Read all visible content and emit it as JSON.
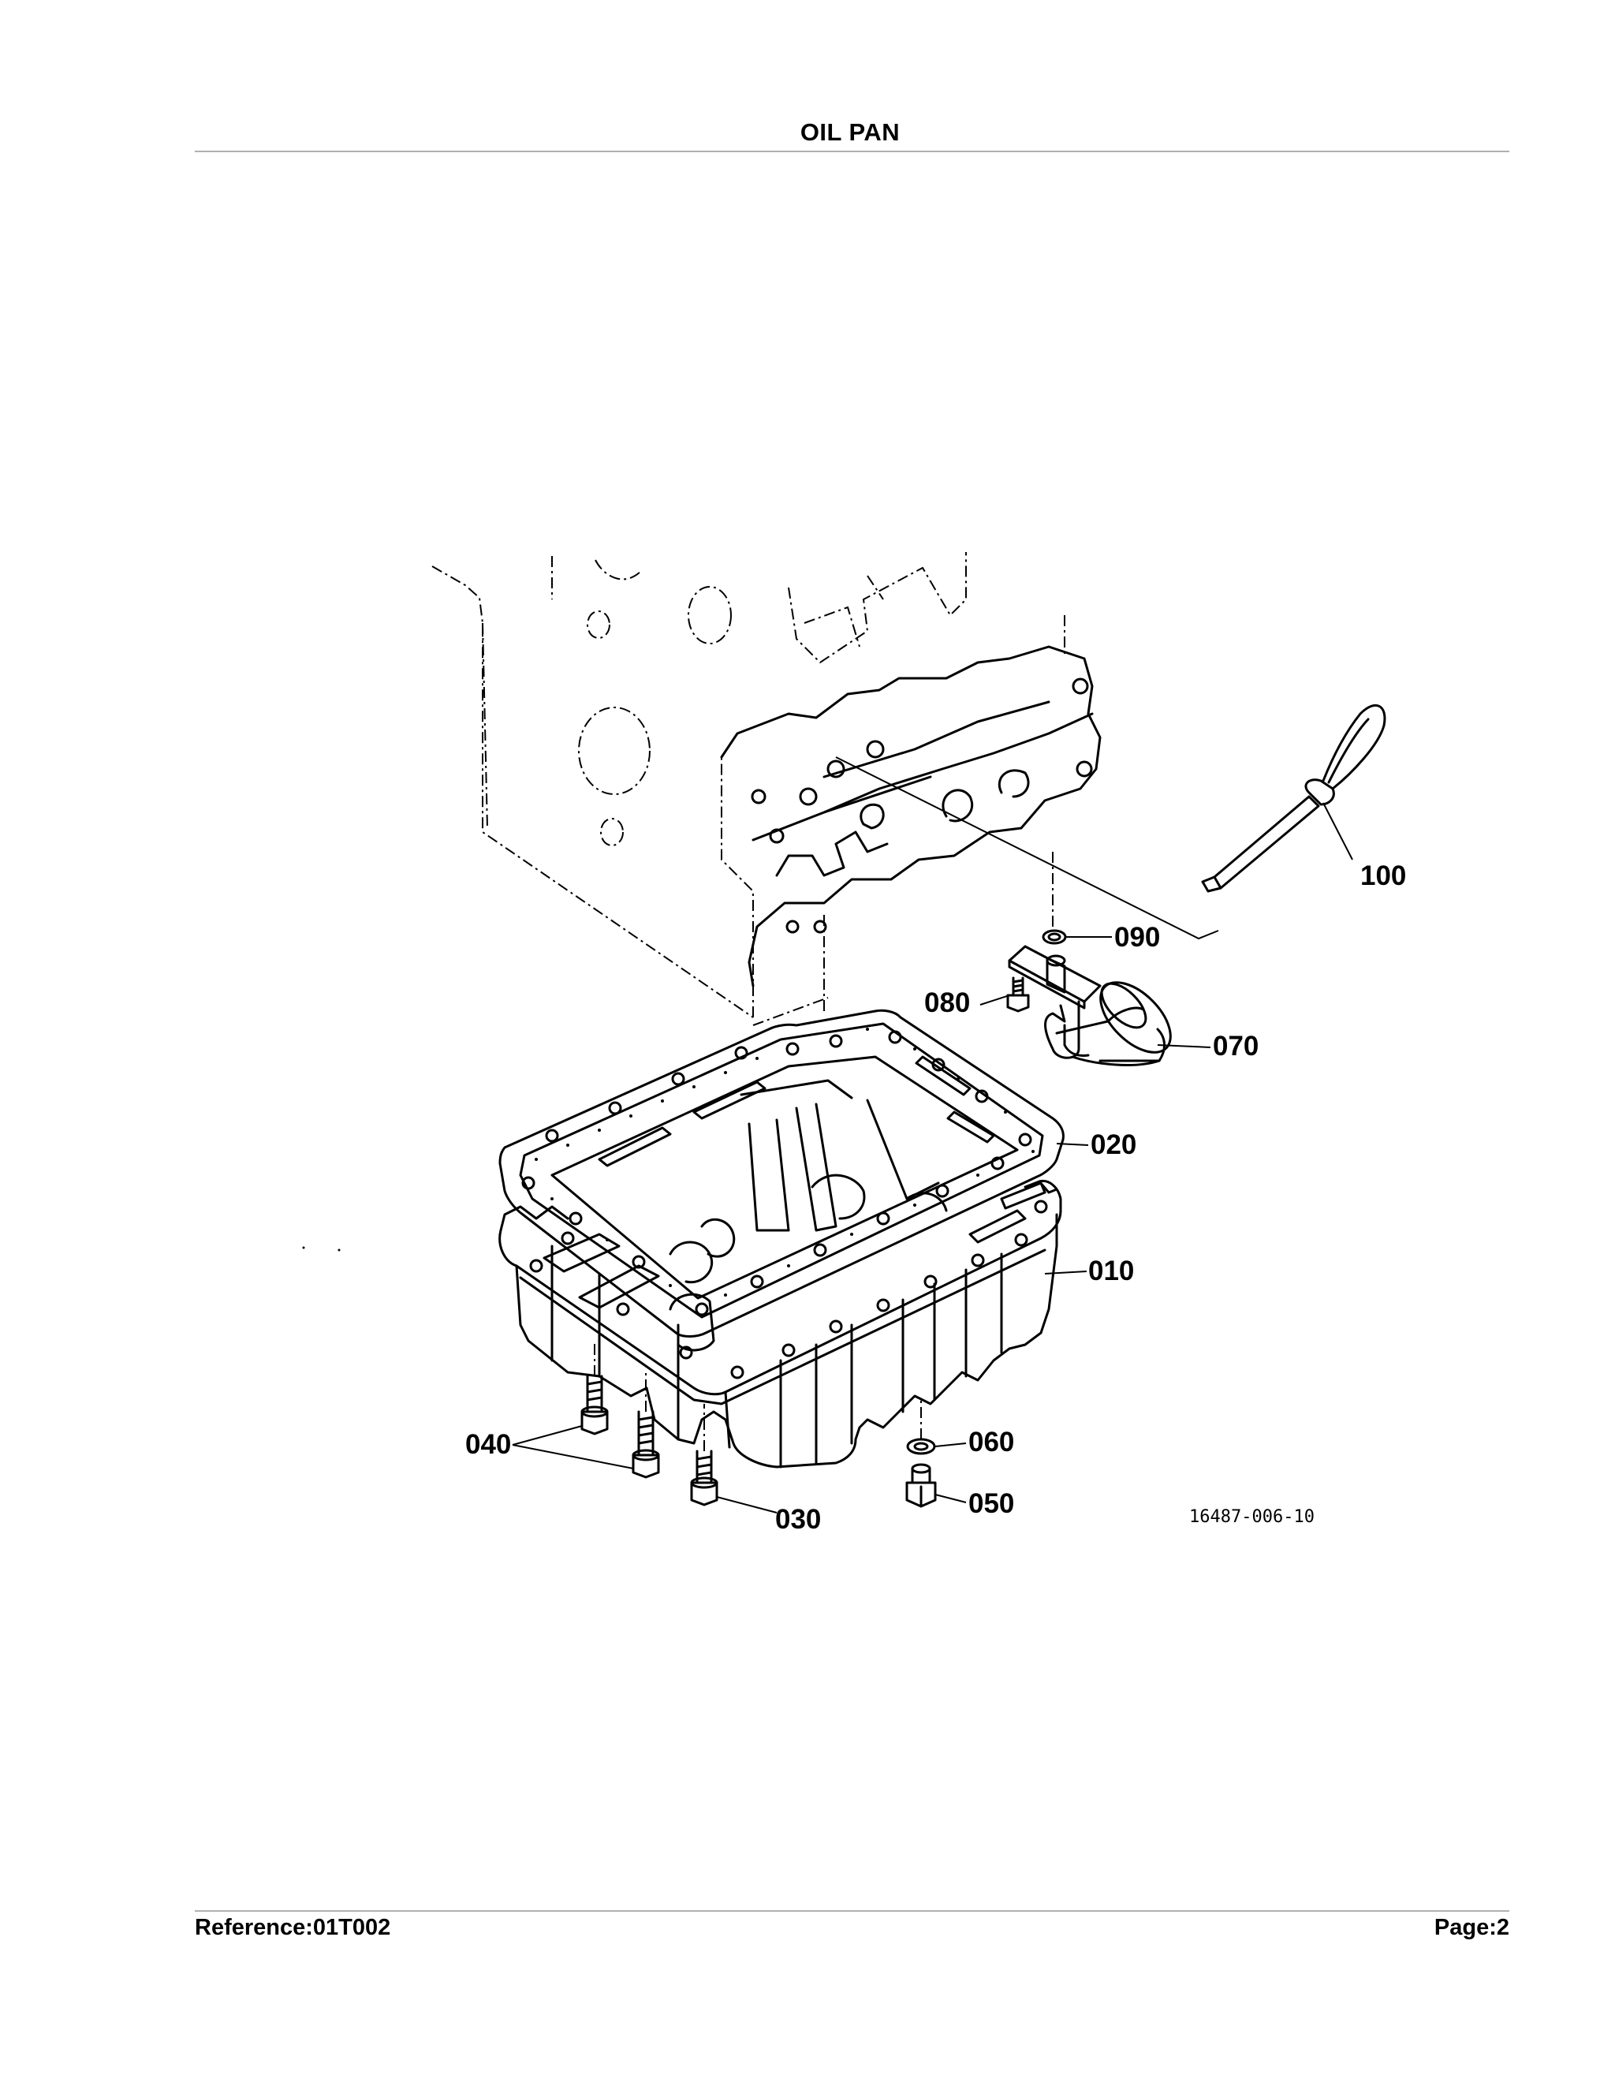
{
  "header": {
    "title": "OIL PAN"
  },
  "footer": {
    "reference": "Reference:01T002",
    "page": "Page:2"
  },
  "diagram": {
    "figure_number": "16487-006-10",
    "callouts": {
      "c100": "100",
      "c090": "090",
      "c080": "080",
      "c070": "070",
      "c020": "020",
      "c010": "010",
      "c040": "040",
      "c060": "060",
      "c030": "030",
      "c050": "050"
    }
  }
}
